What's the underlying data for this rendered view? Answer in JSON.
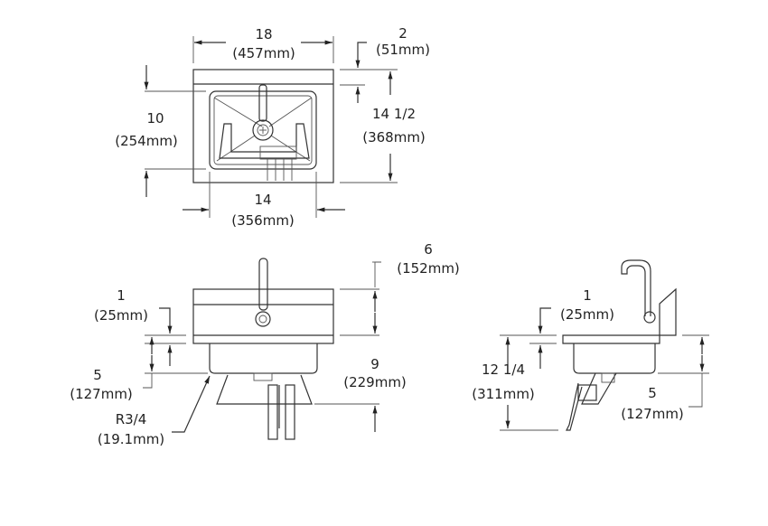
{
  "top_view": {
    "width": {
      "in": "18",
      "mm": "(457mm)"
    },
    "backsplash": {
      "in": "2",
      "mm": "(51mm)"
    },
    "depth": {
      "in": "14 1/2",
      "mm": "(368mm)"
    },
    "bowl_depth": {
      "in": "10",
      "mm": "(254mm)"
    },
    "bowl_width": {
      "in": "14",
      "mm": "(356mm)"
    }
  },
  "front_view": {
    "splash_height": {
      "in": "6",
      "mm": "(152mm)"
    },
    "rim": {
      "in": "1",
      "mm": "(25mm)"
    },
    "bowl_depth": {
      "in": "5",
      "mm": "(127mm)"
    },
    "overall": {
      "in": "9",
      "mm": "(229mm)"
    },
    "radius": {
      "in": "R3/4",
      "mm": "(19.1mm)"
    }
  },
  "side_view": {
    "rim": {
      "in": "1",
      "mm": "(25mm)"
    },
    "overall": {
      "in": "12 1/4",
      "mm": "(311mm)"
    },
    "bowl_depth": {
      "in": "5",
      "mm": "(127mm)"
    }
  }
}
